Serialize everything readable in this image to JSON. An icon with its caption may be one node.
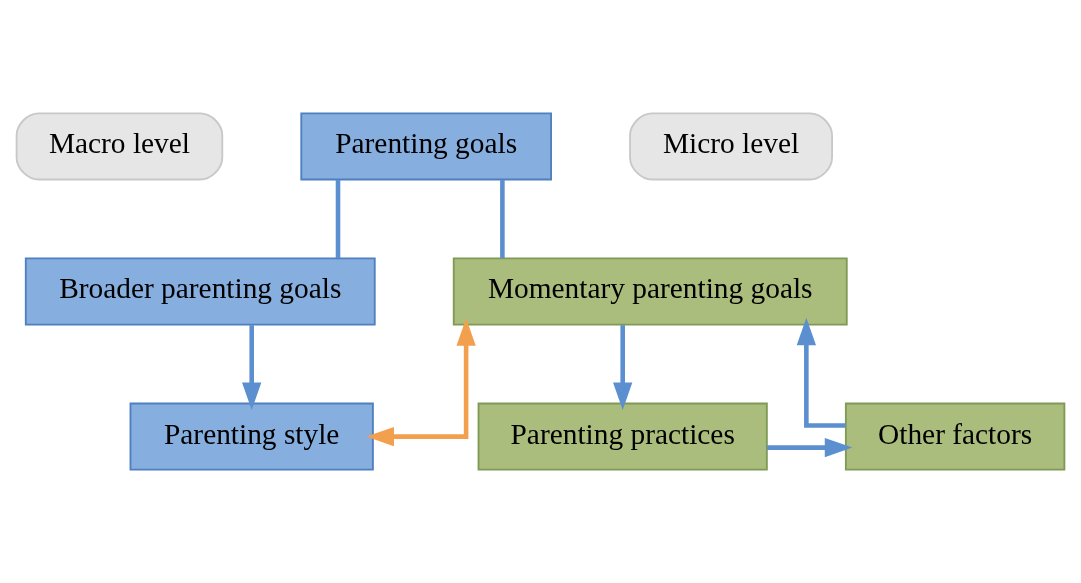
{
  "diagram": {
    "nodes": [
      {
        "text": [
          "Macro level"
        ]
      },
      {
        "text": [
          "Parenting goals"
        ]
      },
      {
        "text": [
          "Micro level"
        ]
      },
      {
        "text": [
          "Broader parenting goals"
        ]
      },
      {
        "text": [
          "Momentary parenting goals"
        ]
      },
      {
        "text": [
          "Parenting style"
        ]
      },
      {
        "text": [
          "Other factors"
        ]
      },
      {
        "text": [
          "Parenting practices"
        ]
      }
    ],
    "edges": [
      {
        "from": 1,
        "to": 3,
        "arrow": "none"
      },
      {
        "from": 1,
        "to": 4,
        "arrow": "none"
      },
      {
        "from": 3,
        "to": 5,
        "arrow": "to"
      },
      {
        "from": 4,
        "to": 7,
        "arrow": "to"
      },
      {
        "from": 5,
        "to": 4,
        "arrow": "both",
        "color": "#f2a04e"
      },
      {
        "from": 7,
        "to": 6,
        "arrow": "to"
      },
      {
        "from": 6,
        "to": 4,
        "arrow": "to"
      }
    ]
  }
}
